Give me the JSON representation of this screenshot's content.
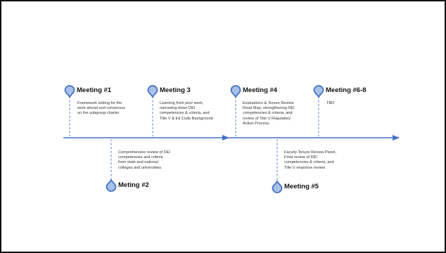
{
  "colors": {
    "line": "#4472C4",
    "pin_fill": "#A9C1E8",
    "border": "#111111"
  },
  "icons": {
    "marker": "map-pin-icon"
  },
  "meetings": [
    {
      "title": "Meeting #1",
      "description": "Framework setting for the\nwork ahead and consensus\non the subgroup charter."
    },
    {
      "title": "Meting #2",
      "description": "Comprehensive review of DEI\ncompetencies and criteria\nfrom state and national\ncolleges and universities."
    },
    {
      "title": "Meeting 3",
      "description": "Learning from prior work,\nnarrowing down DEI\ncompetencies & criteria, and\nTitle V & Ed Code Background"
    },
    {
      "title": "Meeting #4",
      "description": "Evaluations & Tenure Review\nRoad Map, strengthening DEI\ncompetencies & criteria, and\nreview of Title V Regulatory\nAction Process."
    },
    {
      "title": "Meeting #5",
      "description": "Faculty Tenure Review  Panel,\nFinal review of DEI\ncompetencies & criteria, and\nTitle V response review."
    },
    {
      "title": "Meeting #6-8",
      "description": "TBD"
    }
  ]
}
